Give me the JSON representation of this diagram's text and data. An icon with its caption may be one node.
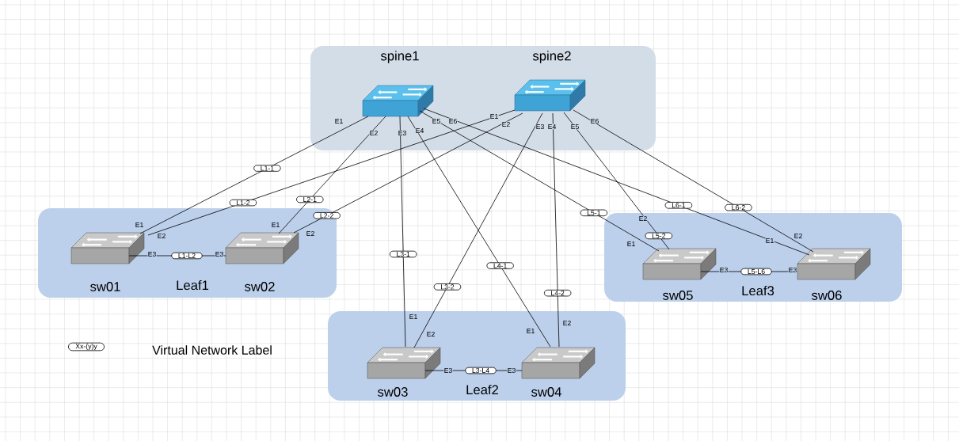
{
  "diagram": {
    "nodes": [
      {
        "text": [],
        "shape": "box"
      },
      {
        "text": [
          "spine1"
        ],
        "in": 0
      },
      {
        "text": [
          "spine2"
        ],
        "in": 0
      },
      {
        "text": [
          "Leaf1"
        ]
      },
      {
        "text": [
          "sw01"
        ],
        "in": 3
      },
      {
        "text": [
          "sw02"
        ],
        "in": 3
      },
      {
        "text": [
          "Leaf2"
        ]
      },
      {
        "text": [
          "sw03"
        ],
        "in": 6
      },
      {
        "text": [
          "sw04"
        ],
        "in": 6
      },
      {
        "text": [
          "Leaf3"
        ]
      },
      {
        "text": [
          "sw05"
        ],
        "in": 9
      },
      {
        "text": [
          "sw06"
        ],
        "in": 9
      }
    ],
    "edges": [
      {
        "from": 1,
        "to": 4,
        "arrow": "none",
        "label": "L1-1"
      },
      {
        "from": 1,
        "to": 5,
        "arrow": "none",
        "label": "L2-1"
      },
      {
        "from": 1,
        "to": 7,
        "arrow": "none",
        "label": "L3-1"
      },
      {
        "from": 1,
        "to": 8,
        "arrow": "none",
        "label": "L4-1"
      },
      {
        "from": 1,
        "to": 10,
        "arrow": "none",
        "label": "L5-1"
      },
      {
        "from": 1,
        "to": 11,
        "arrow": "none",
        "label": "L6-1"
      },
      {
        "from": 2,
        "to": 4,
        "arrow": "none",
        "label": "L1-2"
      },
      {
        "from": 2,
        "to": 5,
        "arrow": "none",
        "label": "L2-2"
      },
      {
        "from": 2,
        "to": 7,
        "arrow": "none",
        "label": "L3-2"
      },
      {
        "from": 2,
        "to": 8,
        "arrow": "none",
        "label": "L4-2"
      },
      {
        "from": 2,
        "to": 10,
        "arrow": "none",
        "label": "L5-2"
      },
      {
        "from": 2,
        "to": 11,
        "arrow": "none",
        "label": "L6-2"
      },
      {
        "from": 4,
        "to": 5,
        "arrow": "none",
        "label": "L1-L2"
      },
      {
        "from": 7,
        "to": 8,
        "arrow": "none",
        "label": "L3-L4"
      },
      {
        "from": 10,
        "to": 11,
        "arrow": "none",
        "label": "L5-L6"
      }
    ],
    "labels": [
      "E1",
      "E2",
      "E3",
      "E4",
      "E5",
      "E6",
      "E1",
      "E2",
      "E3",
      "E4",
      "E5",
      "E6",
      "E1",
      "E2",
      "E3",
      "E1",
      "E2",
      "E3",
      "E1",
      "E2",
      "E3",
      "E1",
      "E2",
      "E3",
      "E1",
      "E2",
      "E3",
      "E1",
      "E2",
      "E3",
      "Xx-(y)y"
    ],
    "legend": [
      {
        "text": "Virtual Network Label"
      }
    ]
  }
}
